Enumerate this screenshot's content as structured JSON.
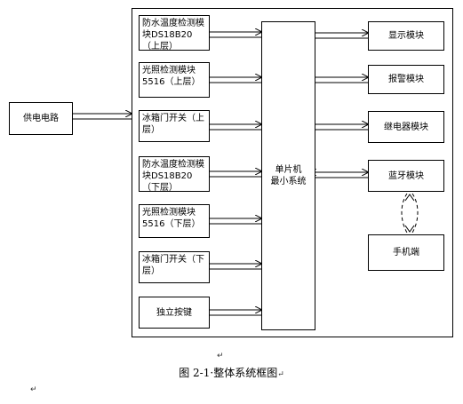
{
  "diagram": {
    "power_supply": "供电电路",
    "left_modules": [
      "防水温度检测模块DS18B20（上层）",
      "光照检测模块5516（上层）",
      "冰箱门开关（上层）",
      "防水温度检测模块DS18B20（下层）",
      "光照检测模块5516（下层）",
      "冰箱门开关（下层）",
      "独立按键"
    ],
    "mcu": "单片机\n最小系统",
    "right_modules": [
      "显示模块",
      "报警模块",
      "继电器模块",
      "蓝牙模块"
    ],
    "phone": "手机端"
  },
  "caption": "图 2-1·整体系统框图",
  "return_mark": "↵"
}
